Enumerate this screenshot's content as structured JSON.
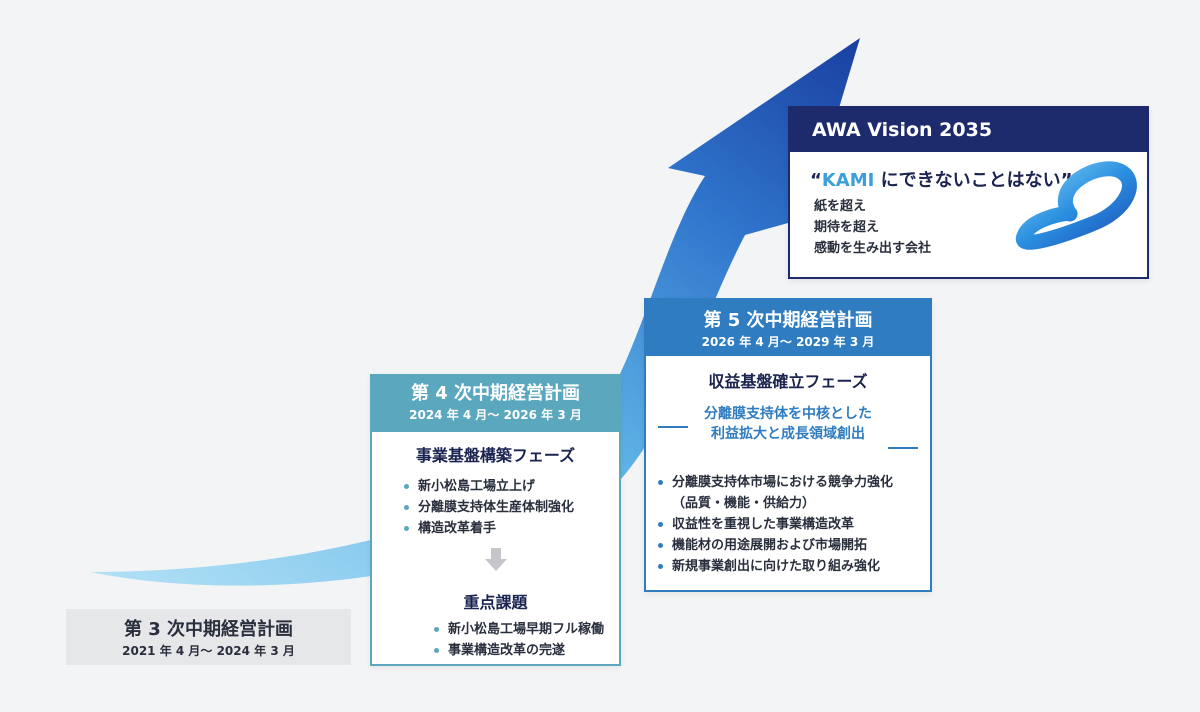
{
  "colors": {
    "background": "#f3f4f5",
    "plan3_box": "#e6e7e8",
    "plan4_accent": "#5aa7be",
    "plan5_accent": "#2f7cc0",
    "vision_header": "#1d2a6b",
    "kami_highlight": "#3a9fdc",
    "arrow_light": "#a9dcf3",
    "arrow_dark": "#1c45a8"
  },
  "plan3": {
    "title": "第 3 次中期経営計画",
    "period": "2021 年 4 月〜 2024 年 3 月"
  },
  "plan4": {
    "title": "第 4 次中期経営計画",
    "period": "2024 年 4 月〜 2026 年 3 月",
    "phase": "事業基盤構築フェーズ",
    "items": [
      "新小松島工場立上げ",
      "分離膜支持体生産体制強化",
      "構造改革着手"
    ],
    "key_title": "重点課題",
    "key_items": [
      "新小松島工場早期フル稼働",
      "事業構造改革の完遂"
    ]
  },
  "plan5": {
    "title": "第 5 次中期経営計画",
    "period": "2026 年 4 月〜 2029 年 3 月",
    "phase": "収益基盤確立フェーズ",
    "focus_line1": "分離膜支持体を中核とした",
    "focus_line2": "利益拡大と成長領域創出",
    "items": [
      "分離膜支持体市場における競争力強化",
      "収益性を重視した事業構造改革",
      "機能材の用途展開および市場開拓",
      "新規事業創出に向けた取り組み強化"
    ],
    "item1_cont": "（品質・機能・供給力）"
  },
  "vision": {
    "title": "AWA Vision 2035",
    "slogan_open": "“",
    "slogan_kami": "KAMI",
    "slogan_rest": " にできないことはない”",
    "lines": [
      "紙を超え",
      "期待を超え",
      "感動を生み出す会社"
    ],
    "logo_icon": "infinity-logo-icon"
  },
  "connector_icon": "down-arrow-icon"
}
